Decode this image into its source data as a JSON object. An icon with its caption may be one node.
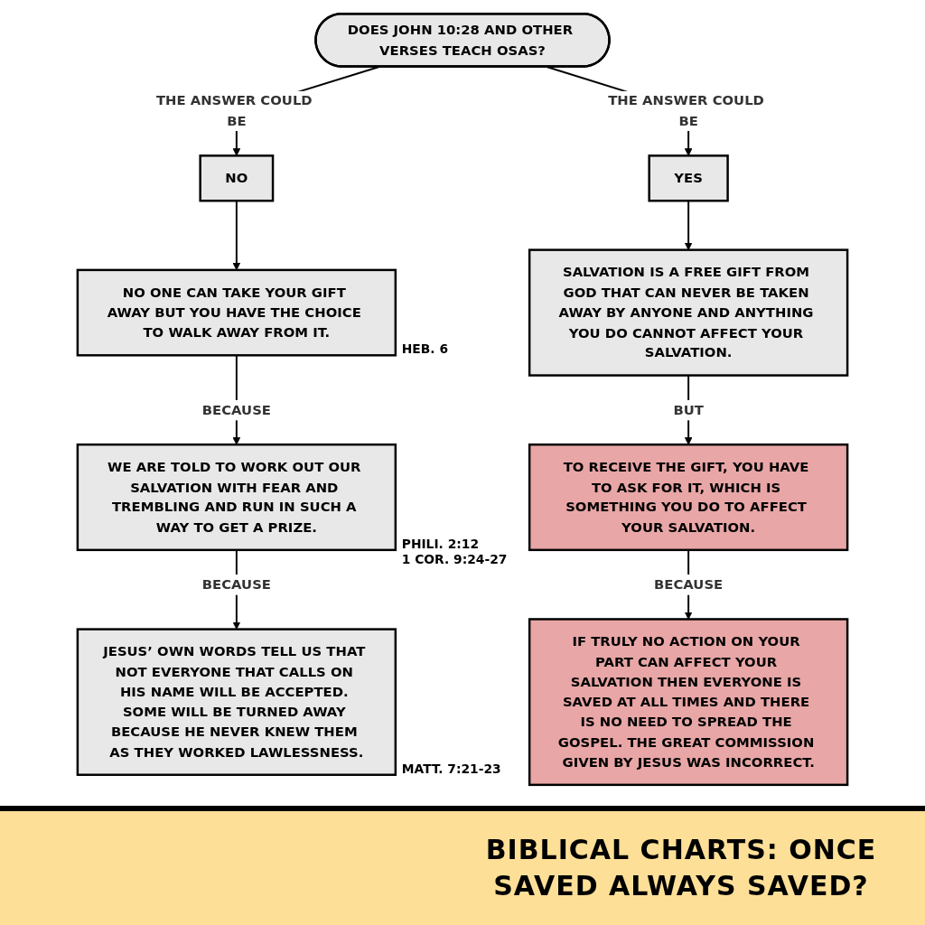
{
  "diagram": {
    "title": "BIBLICAL CHARTS: ONCE SAVED ALWAYS SAVED?",
    "nodes": [
      {
        "text": [
          "DOES JOHN 10:28 AND OTHER VERSES TEACH OSAS?"
        ]
      },
      {
        "text": [
          "NO"
        ]
      },
      {
        "text": [
          "YES"
        ]
      },
      {
        "text": [
          "NO ONE CAN TAKE YOUR GIFT AWAY BUT YOU HAVE THE CHOICE TO WALK AWAY FROM IT."
        ],
        "beside": [
          "HEB. 6"
        ]
      },
      {
        "text": [
          "WE ARE TOLD TO WORK OUT OUR SALVATION WITH FEAR AND TREMBLING AND RUN IN SUCH A WAY TO GET A PRIZE."
        ],
        "beside": [
          "PHILI. 2:12",
          "1 COR. 9:24-27"
        ]
      },
      {
        "text": [
          "JESUS’ OWN WORDS TELL US THAT NOT EVERYONE THAT CALLS ON HIS NAME WILL BE ACCEPTED. SOME WILL BE TURNED AWAY BECAUSE HE NEVER KNEW THEM AS THEY WORKED LAWLESSNESS."
        ],
        "beside": [
          "MATT. 7:21-23"
        ]
      },
      {
        "text": [
          "SALVATION IS A FREE GIFT FROM GOD THAT CAN NEVER BE TAKEN AWAY BY ANYONE AND ANYTHING YOU DO CANNOT AFFECT YOUR SALVATION."
        ]
      },
      {
        "text": [
          "TO RECEIVE THE GIFT, YOU HAVE TO ASK FOR IT, WHICH IS SOMETHING YOU DO TO AFFECT YOUR SALVATION."
        ]
      },
      {
        "text": [
          "IF TRULY NO ACTION ON YOUR PART CAN AFFECT YOUR SALVATION THEN EVERYONE IS SAVED AT ALL TIMES AND THERE IS NO NEED TO SPREAD THE GOSPEL. THE GREAT COMMISSION GIVEN BY JESUS WAS INCORRECT."
        ]
      }
    ],
    "edges": [
      {
        "from": 0,
        "to": 1,
        "arrow": "to",
        "label": "THE ANSWER COULD BE"
      },
      {
        "from": 0,
        "to": 2,
        "arrow": "to",
        "label": "THE ANSWER COULD BE"
      },
      {
        "from": 1,
        "to": 3,
        "arrow": "to"
      },
      {
        "from": 3,
        "to": 4,
        "arrow": "to",
        "label": "BECAUSE"
      },
      {
        "from": 4,
        "to": 5,
        "arrow": "to",
        "label": "BECAUSE"
      },
      {
        "from": 2,
        "to": 6,
        "arrow": "to"
      },
      {
        "from": 6,
        "to": 7,
        "arrow": "to",
        "label": "BUT"
      },
      {
        "from": 7,
        "to": 8,
        "arrow": "to",
        "label": "BECAUSE"
      }
    ]
  }
}
